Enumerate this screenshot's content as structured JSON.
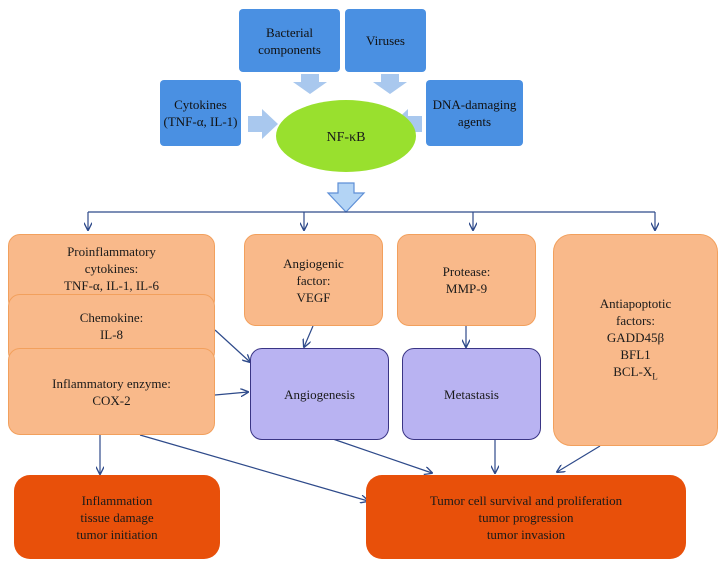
{
  "inputs": {
    "bacterial": [
      "Bacterial",
      "components"
    ],
    "viruses": [
      "Viruses"
    ],
    "cytokines": [
      "Cytokines",
      "(TNF-α, IL-1)"
    ],
    "dna": [
      "DNA-damaging",
      "agents"
    ]
  },
  "center": {
    "label": "NF-κB"
  },
  "factors": {
    "proinflammatory": [
      "Proinflammatory",
      "cytokines:",
      "TNF-α, IL-1, IL-6"
    ],
    "chemokine": [
      "Chemokine:",
      "IL-8"
    ],
    "enzyme": [
      "Inflammatory enzyme:",
      "COX-2"
    ],
    "angiogenic": [
      "Angiogenic",
      "factor:",
      "VEGF"
    ],
    "protease": [
      "Protease:",
      "MMP-9"
    ],
    "antiapoptotic": [
      "Antiapoptotic",
      "factors:",
      "GADD45β",
      "BFL1",
      "BCL-X"
    ],
    "antiapoptotic_subscript": "L"
  },
  "processes": {
    "angiogenesis": "Angiogenesis",
    "metastasis": "Metastasis"
  },
  "outcomes": {
    "inflammation": [
      "Inflammation",
      "tissue damage",
      "tumor initiation"
    ],
    "survival": [
      "Tumor cell survival and proliferation",
      "tumor progression",
      "tumor invasion"
    ]
  },
  "colors": {
    "input_boxes": "#4a90e2",
    "input_arrows": "#a9c8ee",
    "nfkb": "#99e02e",
    "factor_fill": "#f9b98a",
    "factor_border": "#f2a05d",
    "process_fill": "#b9b3f2",
    "process_border": "#3a3585",
    "outcome_fill": "#e8500a",
    "connector": "#2e4a8a"
  }
}
